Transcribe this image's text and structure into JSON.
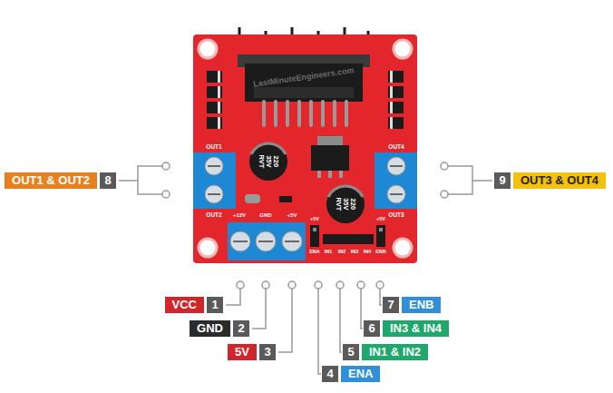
{
  "diagram": {
    "nodes": [
      {
        "text": [
          "OUT1 & OUT2"
        ]
      },
      {
        "text": [
          "8"
        ]
      },
      {
        "text": [
          "9"
        ]
      },
      {
        "text": [
          "OUT3 & OUT4"
        ]
      },
      {
        "text": [
          "VCC"
        ]
      },
      {
        "text": [
          "1"
        ]
      },
      {
        "text": [
          "7"
        ]
      },
      {
        "text": [
          "ENB"
        ]
      },
      {
        "text": [
          "GND"
        ]
      },
      {
        "text": [
          "2"
        ]
      },
      {
        "text": [
          "6"
        ]
      },
      {
        "text": [
          "IN3 & IN4"
        ]
      },
      {
        "text": [
          "5V"
        ]
      },
      {
        "text": [
          "3"
        ]
      },
      {
        "text": [
          "5"
        ]
      },
      {
        "text": [
          "IN1 & IN2"
        ]
      },
      {
        "text": [
          "4"
        ]
      },
      {
        "text": [
          "ENA"
        ]
      }
    ],
    "labels": [
      "LastMinuteEngineers.com",
      "OUT1",
      "OUT4",
      "220 35V RVT",
      "220 35V RVT",
      "OUT2",
      "+12V",
      "GND",
      "+5V",
      "OUT3",
      "+5V",
      "+5V",
      "ENA",
      "IN1",
      "IN2",
      "IN3",
      "IN4",
      "ENB"
    ]
  }
}
